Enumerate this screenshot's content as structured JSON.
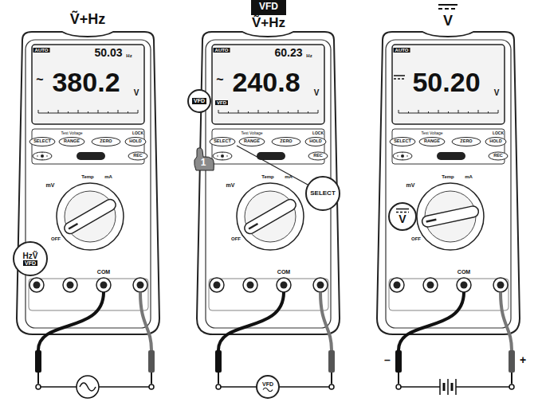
{
  "diagram": {
    "nodes": [
      {
        "text": [
          "VFD"
        ]
      },
      {
        "text": [
          "VFD"
        ]
      },
      {
        "text": [
          "1"
        ]
      },
      {
        "text": [
          "SELECT"
        ]
      },
      {
        "text": [
          "V"
        ]
      },
      {
        "text": [
          "HzṼ",
          "VFD"
        ]
      },
      {
        "text": [
          "VFD"
        ]
      }
    ],
    "labels": [
      "Ṽ+Hz",
      "Ṽ+Hz",
      "V",
      "AUTO",
      "50.03",
      "Hz",
      "~",
      "380.2",
      "V",
      "AUTO",
      "60.23",
      "Hz",
      "~",
      "240.8",
      "V",
      "VFD",
      "AUTO",
      "50.20",
      "V",
      "Test Voltage",
      "LOCK",
      "SELECT",
      "RANGE",
      "ZERO",
      "HOLD",
      "REC",
      "mV",
      "Temp",
      "mA",
      "OFF",
      "COM",
      "Test Voltage",
      "LOCK",
      "SELECT",
      "RANGE",
      "ZERO",
      "HOLD",
      "REC",
      "mV",
      "Temp",
      "mA",
      "OFF",
      "COM",
      "Test Voltage",
      "LOCK",
      "SELECT",
      "RANGE",
      "ZERO",
      "HOLD",
      "REC",
      "mV",
      "Temp",
      "mA",
      "OFF",
      "COM",
      "–",
      "+"
    ]
  }
}
